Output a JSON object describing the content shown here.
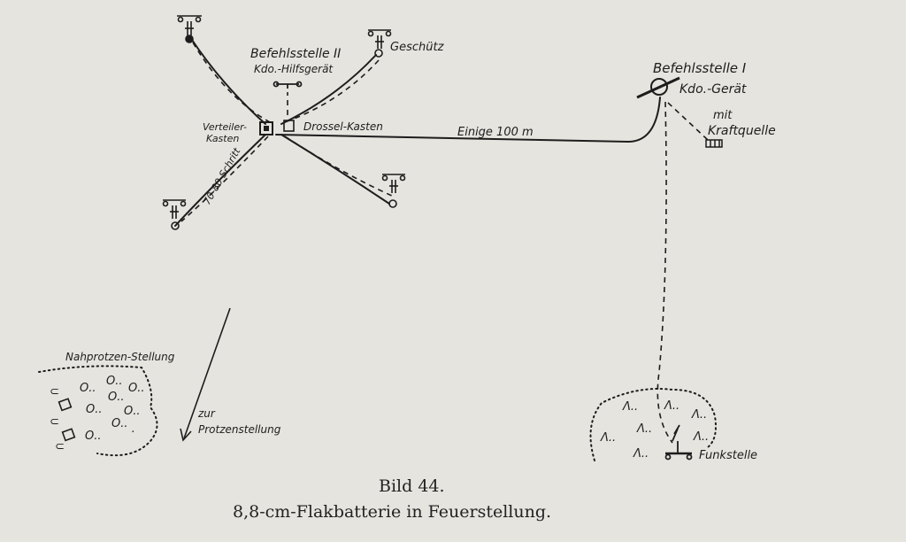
{
  "labels": {
    "befehlsstelle_2": "Befehlsstelle II",
    "kdo_hilfsgeraet": "Kdo.-Hilfsgerät",
    "geschuetz": "Geschütz",
    "verteiler": "Verteiler-",
    "kasten": "Kasten",
    "drossel_kasten": "Drossel-Kasten",
    "einige_100m": "Einige 100 m",
    "befehlsstelle_1": "Befehlsstelle I",
    "kdo_geraet": "Kdo.-Gerät",
    "mit": "mit",
    "kraftquelle": "Kraftquelle",
    "schritt": "70-80 Schritt",
    "nahprotzen": "Nahprotzen-Stellung",
    "zur": "zur",
    "protzenstellung": "Protzenstellung",
    "funkstelle": "Funkstelle"
  },
  "caption": {
    "number": "Bild 44.",
    "title": "8,8-cm-Flakbatterie in Feuerstellung."
  },
  "colors": {
    "paper": "#e6e4df",
    "ink": "#1d1d1d"
  }
}
